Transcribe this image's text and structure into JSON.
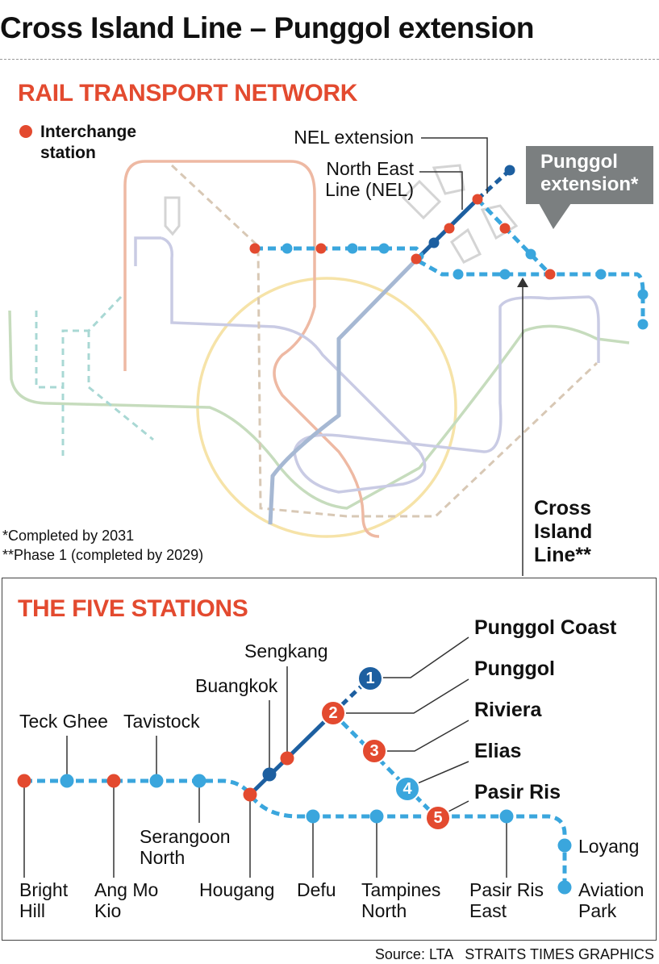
{
  "title": "Cross Island Line – Punggol extension",
  "network": {
    "heading": "RAIL TRANSPORT NETWORK",
    "legend": "Interchange station",
    "nel_extension": "NEL extension",
    "north_east_line": "North East Line (NEL)",
    "callout": "Punggol extension*",
    "cross_island_line": "Cross Island Line**",
    "notes": [
      "*Completed by 2031",
      "**Phase 1 (completed by 2029)"
    ]
  },
  "stations_section": {
    "heading": "THE FIVE STATIONS",
    "new_stations": [
      {
        "number": "1",
        "name": "Punggol Coast",
        "color": "#1d5fa0"
      },
      {
        "number": "2",
        "name": "Punggol",
        "color": "#e34a2f"
      },
      {
        "number": "3",
        "name": "Riviera",
        "color": "#e34a2f"
      },
      {
        "number": "4",
        "name": "Elias",
        "color": "#3aa6dd"
      },
      {
        "number": "5",
        "name": "Pasir Ris",
        "color": "#e34a2f"
      }
    ],
    "other_stations": {
      "bright_hill": "Bright Hill",
      "teck_ghee": "Teck Ghee",
      "ang_mo_kio": "Ang Mo Kio",
      "tavistock": "Tavistock",
      "serangoon_north": "Serangoon North",
      "hougang": "Hougang",
      "buangkok": "Buangkok",
      "sengkang": "Sengkang",
      "defu": "Defu",
      "tampines_north": "Tampines North",
      "pasir_ris_east": "Pasir Ris East",
      "loyang": "Loyang",
      "aviation_park": "Aviation Park"
    }
  },
  "colors": {
    "interchange": "#e34a2f",
    "cross_island_line": "#3aa6dd",
    "nel": "#1d5fa0"
  },
  "source": "Source: LTA   STRAITS TIMES GRAPHICS"
}
